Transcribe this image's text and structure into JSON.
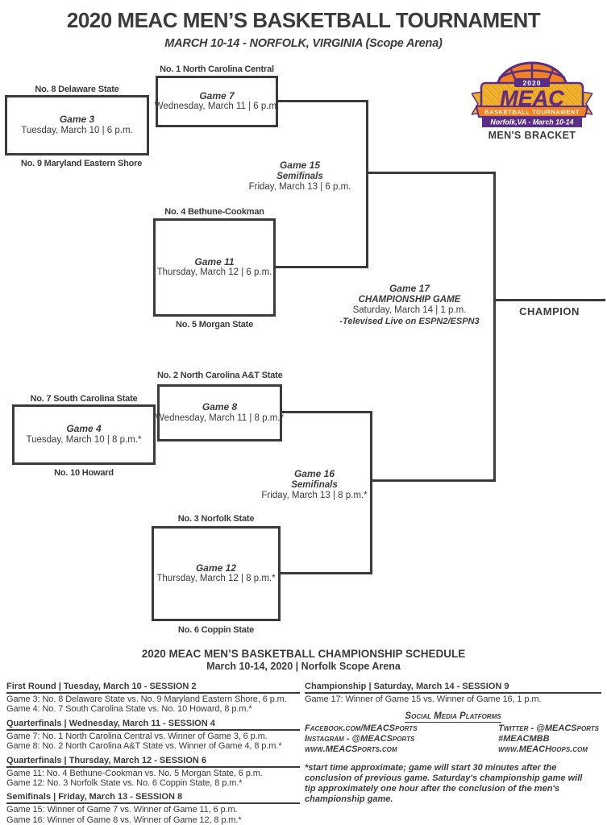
{
  "header": {
    "title": "2020 MEAC MEN’S BASKETBALL TOURNAMENT",
    "subtitle": "MARCH 10-14 - NORFOLK, VIRGINIA (Scope Arena)"
  },
  "logo": {
    "year": "2020",
    "acronym": "MEAC",
    "banner": "BASKETBALL TOURNAMENT",
    "location": "Norfolk,VA - March 10-14",
    "caption": "MEN'S BRACKET",
    "colors": {
      "purple": "#5b2d87",
      "orange": "#f08124",
      "gold": "#f2b42e",
      "ink": "#3b3a3c"
    }
  },
  "bracket": {
    "champion_label": "CHAMPION",
    "teams": {
      "seed1": "No. 1 North Carolina Central",
      "seed2": "No. 2 North Carolina A&T State",
      "seed3": "No. 3 Norfolk State",
      "seed4": "No. 4 Bethune-Cookman",
      "seed5": "No. 5 Morgan State",
      "seed6": "No. 6 Coppin State",
      "seed7": "No. 7 South Carolina State",
      "seed8": "No. 8 Delaware State",
      "seed9": "No. 9 Maryland Eastern Shore",
      "seed10": "No. 10 Howard"
    },
    "games": {
      "g3": {
        "title": "Game 3",
        "info": "Tuesday, March 10 | 6 p.m."
      },
      "g4": {
        "title": "Game 4",
        "info": "Tuesday, March 10 | 8 p.m.*"
      },
      "g7": {
        "title": "Game 7",
        "info": "Wednesday, March 11 | 6 p.m."
      },
      "g8": {
        "title": "Game 8",
        "info": "Wednesday, March 11 | 8 p.m.*"
      },
      "g11": {
        "title": "Game 11",
        "info": "Thursday, March 12 | 6 p.m."
      },
      "g12": {
        "title": "Game 12",
        "info": "Thursday, March 12 | 8 p.m.*"
      },
      "g15": {
        "title": "Game 15",
        "round": "Semifinals",
        "info": "Friday, March 13 | 6 p.m."
      },
      "g16": {
        "title": "Game 16",
        "round": "Semifinals",
        "info": "Friday, March 13 | 8 p.m.*"
      },
      "g17": {
        "title": "Game 17",
        "round": "CHAMPIONSHIP GAME",
        "info": "Saturday, March 14 | 1 p.m.",
        "note": "-Televised Live on ESPN2/ESPN3"
      }
    }
  },
  "schedule": {
    "title": "2020 MEAC MEN’S BASKETBALL CHAMPIONSHIP SCHEDULE",
    "subtitle": "March 10-14, 2020  |  Norfolk Scope Arena",
    "sections": [
      {
        "heading": "First Round | Tuesday, March 10 - SESSION 2",
        "games": [
          "Game 3: No. 8 Delaware State vs. No. 9 Maryland Eastern Shore, 6 p.m.",
          "Game 4: No. 7 South Carolina State vs. No. 10 Howard, 8 p.m.*"
        ]
      },
      {
        "heading": "Quarterfinals | Wednesday, March 11 - SESSION 4",
        "games": [
          "Game 7: No. 1 North Carolina Central vs. Winner of Game 3, 6 p.m.",
          "Game 8: No. 2 North Carolina A&T State vs. Winner of Game 4, 8 p.m.*"
        ]
      },
      {
        "heading": "Quarterfinals | Thursday, March 12 - SESSION 6",
        "games": [
          "Game 11: No. 4 Bethune-Cookman vs. No. 5 Morgan State, 6 p.m.",
          "Game 12: No. 3 Norfolk State vs. No. 6 Coppin State, 8 p.m.*"
        ]
      },
      {
        "heading": "Semifinals | Friday, March 13 - SESSION 8",
        "games": [
          "Game 15: Winner of Game 7 vs. Winner of Game 11, 6 p.m.",
          "Game 16: Winner of Game 8 vs. Winner of Game 12, 8 p.m.*"
        ]
      },
      {
        "heading": "Championship | Saturday, March 14 - SESSION 9",
        "games": [
          "Game 17: Winner of Game 15 vs. Winner of Game 16, 1 p.m."
        ]
      }
    ],
    "social": {
      "heading": "Social Media Platforms",
      "left": [
        "Facebook.com/MEACSports",
        "Instagram - @MEACSports",
        "www.MEACSports.com"
      ],
      "right": [
        "Twitter - @MEACSports",
        "#MEACMBB",
        "www.MEACHoops.com"
      ]
    },
    "disclaimer": "*start time approximate; game will start 30 minutes after the conclusion of previous game. Saturday's championship game will tip approximately one hour after the conclusion of the men's championship game."
  }
}
